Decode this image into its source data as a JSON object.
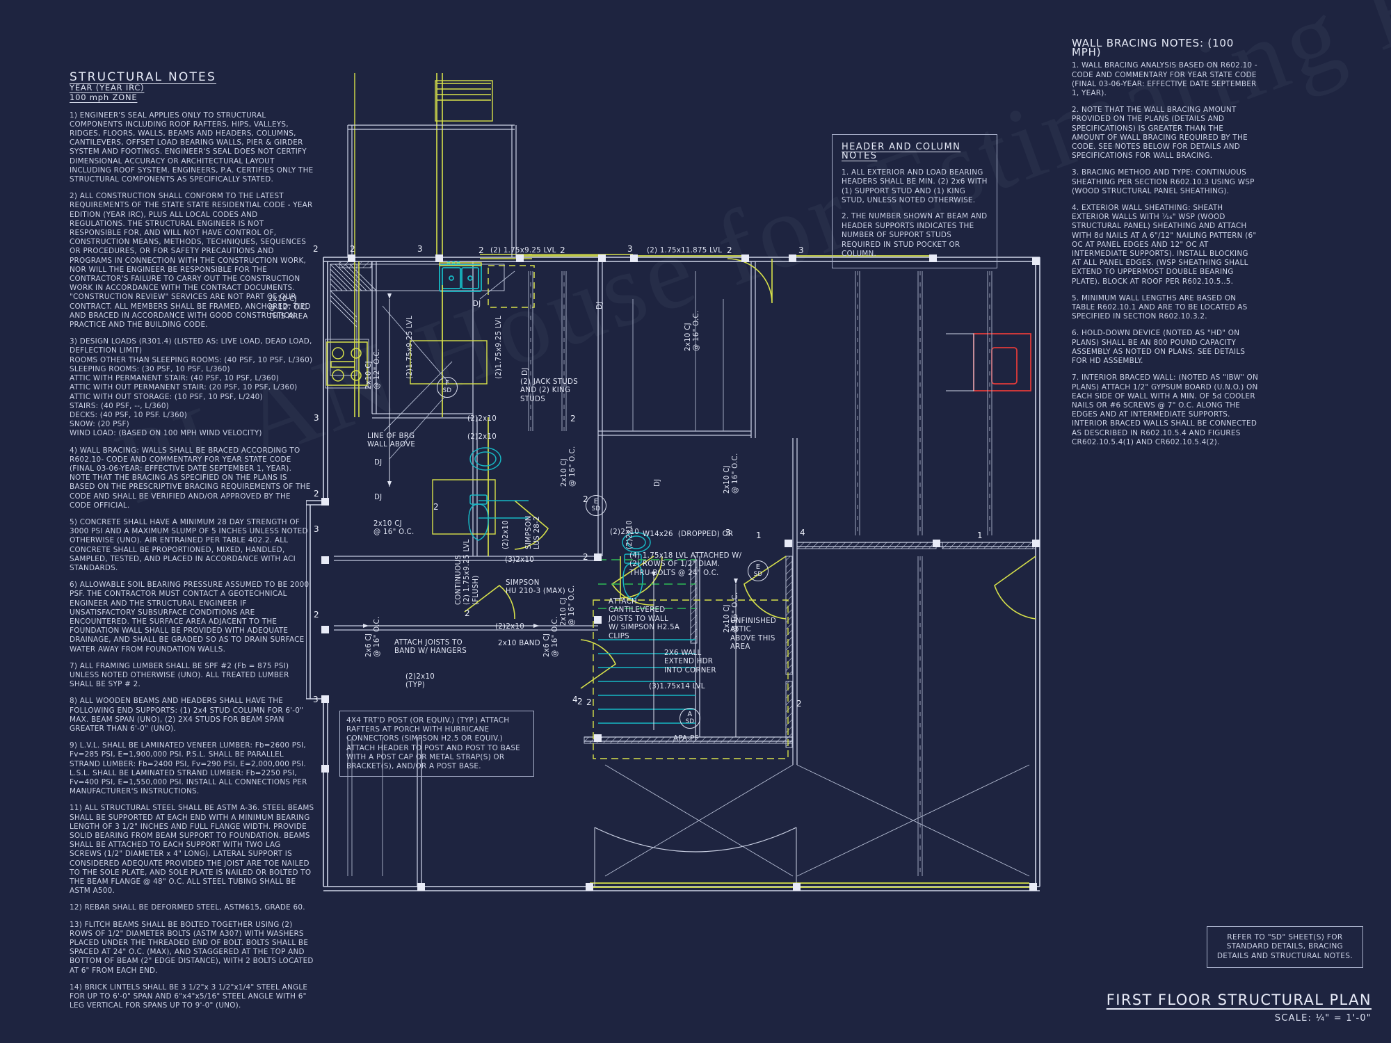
{
  "sheet": {
    "background": "#1e2440",
    "ink": "#d8dced",
    "accent_yellow": "#d8e24a",
    "accent_cyan": "#17b8c4",
    "accent_red": "#e03a3a",
    "accent_green": "#2fbb55",
    "watermark": "PLAN  House for Estimating Floor Plans Use Only",
    "title": "FIRST FLOOR STRUCTURAL PLAN",
    "scale": "SCALE: ¼\" = 1'-0\""
  },
  "structural_notes": {
    "title": "STRUCTURAL NOTES",
    "sub1": "YEAR  (YEAR IRC)",
    "sub2": "100 mph ZONE",
    "items": [
      "1) ENGINEER'S SEAL APPLIES ONLY TO STRUCTURAL COMPONENTS INCLUDING ROOF RAFTERS, HIPS, VALLEYS, RIDGES, FLOORS, WALLS, BEAMS AND HEADERS, COLUMNS, CANTILEVERS, OFFSET LOAD BEARING WALLS, PIER & GIRDER SYSTEM AND FOOTINGS. ENGINEER'S SEAL DOES NOT CERTIFY DIMENSIONAL ACCURACY OR ARCHITECTURAL LAYOUT INCLUDING ROOF SYSTEM.  ENGINEERS, P.A. CERTIFIES ONLY THE STRUCTURAL COMPONENTS AS SPECIFICALLY STATED.",
      "2) ALL CONSTRUCTION SHALL CONFORM TO THE LATEST REQUIREMENTS OF THE STATE STATE RESIDENTIAL CODE - YEAR EDITION (YEAR IRC), PLUS ALL LOCAL CODES AND REGULATIONS. THE STRUCTURAL ENGINEER IS NOT RESPONSIBLE FOR, AND WILL NOT HAVE CONTROL OF, CONSTRUCTION MEANS, METHODS, TECHNIQUES, SEQUENCES OR PROCEDURES, OR FOR SAFETY PRECAUTIONS AND PROGRAMS IN CONNECTION WITH THE CONSTRUCTION WORK, NOR WILL THE ENGINEER BE RESPONSIBLE FOR THE CONTRACTOR'S FAILURE TO CARRY OUT THE CONSTRUCTION WORK IN ACCORDANCE WITH THE CONTRACT DOCUMENTS. \"CONSTRUCTION REVIEW\" SERVICES ARE NOT PART OF OUR CONTRACT. ALL MEMBERS SHALL BE FRAMED, ANCHORED, TIED AND BRACED IN ACCORDANCE WITH GOOD CONSTRUCTION PRACTICE AND THE BUILDING CODE.",
      "3) DESIGN LOADS (R301.4) (LISTED AS: LIVE LOAD, DEAD LOAD, DEFLECTION LIMIT)\nROOMS OTHER THAN SLEEPING ROOMS: (40 PSF, 10 PSF, L/360)\nSLEEPING ROOMS: (30 PSF, 10 PSF, L/360)\nATTIC WITH PERMANENT STAIR: (40 PSF, 10 PSF, L/360)\nATTIC WITH OUT PERMANENT STAIR: (20 PSF, 10 PSF, L/360)\nATTIC WITH OUT STORAGE: (10 PSF, 10 PSF, L/240)\nSTAIRS: (40 PSF, --, L/360)\nDECKS: (40 PSF, 10 PSF. L/360)\nSNOW: (20 PSF)\nWIND LOAD: (BASED ON 100 MPH WIND VELOCITY)",
      "4) WALL BRACING: WALLS SHALL BE BRACED ACCORDING TO R602.10- CODE AND COMMENTARY FOR YEAR STATE CODE (FINAL 03-06-YEAR: EFFECTIVE DATE SEPTEMBER 1, YEAR). NOTE THAT THE BRACING AS SPECIFIED ON THE PLANS IS BASED ON THE PRESCRIPTIVE BRACING REQUIREMENTS OF THE CODE AND SHALL BE VERIFIED AND/OR APPROVED BY THE CODE OFFICIAL.",
      "5) CONCRETE SHALL HAVE A MINIMUM 28 DAY STRENGTH OF 3000 PSI AND A MAXIMUM SLUMP OF 5 INCHES UNLESS NOTED OTHERWISE (UNO). AIR ENTRAINED PER TABLE 402.2. ALL CONCRETE SHALL BE PROPORTIONED, MIXED, HANDLED, SAMPLED, TESTED, AND PLACED IN ACCORDANCE WITH ACI STANDARDS.",
      "6) ALLOWABLE SOIL BEARING PRESSURE ASSUMED TO BE 2000 PSF. THE CONTRACTOR MUST CONTACT A GEOTECHNICAL ENGINEER AND THE STRUCTURAL ENGINEER IF UNSATISFACTORY SUBSURFACE CONDITIONS ARE ENCOUNTERED. THE SURFACE AREA ADJACENT TO THE FOUNDATION WALL SHALL BE PROVIDED WITH ADEQUATE DRAINAGE, AND SHALL BE GRADED SO AS TO DRAIN SURFACE WATER AWAY FROM FOUNDATION WALLS.",
      "7) ALL FRAMING LUMBER SHALL BE SPF #2 (Fb = 875 PSI) UNLESS NOTED OTHERWISE (UNO). ALL TREATED LUMBER SHALL BE SYP # 2.",
      "8) ALL WOODEN BEAMS AND HEADERS SHALL HAVE THE FOLLOWING END SUPPORTS: (1) 2x4 STUD COLUMN FOR 6'-0\" MAX. BEAM SPAN (UNO), (2) 2X4 STUDS FOR BEAM SPAN GREATER THAN 6'-0\" (UNO).",
      "9) L.V.L.  SHALL BE LAMINATED VENEER LUMBER: Fb=2600 PSI, Fv=285 PSI, E=1,900,000 PSI. P.S.L. SHALL BE PARALLEL STRAND LUMBER: Fb=2400 PSI, Fv=290 PSI, E=2,000,000 PSI. L.S.L.  SHALL BE LAMINATED STRAND LUMBER: Fb=2250 PSI, Fv=400 PSI, E=1,550,000 PSI. INSTALL ALL CONNECTIONS PER MANUFACTURER'S INSTRUCTIONS.",
      "11) ALL STRUCTURAL STEEL SHALL BE ASTM A-36. STEEL BEAMS SHALL BE SUPPORTED AT EACH END WITH A MINIMUM BEARING LENGTH OF 3 1/2\" INCHES AND FULL FLANGE WIDTH. PROVIDE SOLID BEARING FROM BEAM SUPPORT TO FOUNDATION.  BEAMS SHALL BE ATTACHED TO EACH SUPPORT WITH TWO LAG SCREWS (1/2\" DIAMETER x 4\" LONG). LATERAL SUPPORT IS CONSIDERED ADEQUATE PROVIDED THE JOIST ARE TOE NAILED TO THE SOLE PLATE, AND SOLE PLATE IS NAILED OR BOLTED TO THE BEAM FLANGE @ 48\" O.C. ALL STEEL TUBING SHALL BE ASTM A500.",
      "12) REBAR SHALL BE DEFORMED STEEL, ASTM615, GRADE 60.",
      "13) FLITCH BEAMS SHALL BE BOLTED TOGETHER USING (2) ROWS OF 1/2\" DIAMETER BOLTS (ASTM A307) WITH WASHERS PLACED UNDER THE THREADED END OF BOLT. BOLTS SHALL BE SPACED AT 24\" O.C. (MAX), AND STAGGERED AT THE TOP AND BOTTOM OF BEAM (2\" EDGE DISTANCE), WITH 2 BOLTS LOCATED AT 6\" FROM EACH END.",
      "14) BRICK LINTELS SHALL BE 3 1/2\"x 3 1/2\"x1/4\" STEEL ANGLE FOR UP TO 6'-0\" SPAN AND 6\"x4\"x5/16\" STEEL ANGLE WITH 6\" LEG VERTICAL FOR SPANS UP TO 9'-0\" (UNO)."
    ]
  },
  "header_column_notes": {
    "title": "HEADER AND COLUMN NOTES",
    "items": [
      "1. ALL EXTERIOR AND LOAD BEARING HEADERS SHALL BE MIN. (2) 2x6 WITH (1) SUPPORT STUD AND (1) KING STUD, UNLESS NOTED OTHERWISE.",
      "2. THE NUMBER SHOWN AT BEAM AND HEADER SUPPORTS INDICATES THE NUMBER OF SUPPORT STUDS REQUIRED IN STUD POCKET OR COLUMN."
    ]
  },
  "wall_bracing_notes": {
    "title": "WALL BRACING NOTES: (100 MPH)",
    "items": [
      "1. WALL BRACING ANALYSIS BASED ON R602.10 - CODE AND COMMENTARY FOR YEAR STATE CODE (FINAL 03-06-YEAR: EFFECTIVE DATE SEPTEMBER 1, YEAR).",
      "2. NOTE THAT THE WALL BRACING AMOUNT PROVIDED ON THE PLANS (DETAILS AND SPECIFICATIONS) IS GREATER THAN THE AMOUNT OF WALL BRACING REQUIRED BY THE CODE. SEE NOTES BELOW FOR DETAILS AND SPECIFICATIONS FOR WALL BRACING.",
      "3. BRACING METHOD AND TYPE: CONTINUOUS SHEATHING PER SECTION R602.10.3 USING WSP (WOOD STRUCTURAL PANEL SHEATHING).",
      "4. EXTERIOR WALL SHEATHING: SHEATH EXTERIOR WALLS WITH ⁷⁄₁₆\" WSP (WOOD STRUCTURAL PANEL) SHEATHING AND ATTACH WITH 8d NAILS AT A 6\"/12\" NAILING PATTERN (6\" OC AT PANEL EDGES AND 12\" OC AT INTERMEDIATE SUPPORTS). INSTALL BLOCKING AT ALL PANEL EDGES. (WSP SHEATHING SHALL EXTEND TO UPPERMOST DOUBLE BEARING PLATE). BLOCK AT ROOF PER R602.10.5..5.",
      "5. MINIMUM WALL LENGTHS ARE BASED ON TABLE R602.10.1 AND ARE TO BE LOCATED AS SPECIFIED IN SECTION R602.10.3.2.",
      "6. HOLD-DOWN DEVICE (NOTED AS \"HD\" ON PLANS) SHALL BE AN 800 POUND CAPACITY ASSEMBLY AS NOTED ON PLANS. SEE DETAILS FOR HD ASSEMBLY.",
      "7. INTERIOR BRACED WALL: (NOTED AS \"IBW\" ON PLANS) ATTACH 1/2\" GYPSUM BOARD (U.N.O.) ON EACH SIDE OF WALL WITH A MIN. OF 5d COOLER NAILS OR #6 SCREWS @ 7\" O.C. ALONG THE EDGES AND AT INTERMEDIATE SUPPORTS.  INTERIOR BRACED WALLS SHALL BE CONNECTED AS DESCRIBED IN R602.10.5.4 AND FIGURES CR602.10.5.4(1) AND CR602.10.5.4(2)."
    ]
  },
  "refer_box": {
    "lines": [
      "REFER TO \"SD\" SHEET(S) FOR",
      "STANDARD DETAILS, BRACING",
      "DETAILS AND STRUCTURAL NOTES."
    ]
  },
  "porch_post_note": {
    "text": "4X4 TRT'D POST (OR EQUIV.) (TYP.) ATTACH RAFTERS AT PORCH WITH HURRICANE CONNECTORS (SIMPSON H2.5 OR EQUIV.) ATTACH HEADER TO POST AND POST TO BASE WITH A POST CAP OR METAL STRAP(S) OR BRACKET(S), AND/OR A POST BASE."
  },
  "plan_annotations": {
    "cj_12oc": "2x10 CJ\n@ 12\" O.C.\nTHIS AREA",
    "jack_studs": "(2) JACK STUDS\nAND (2) KING\nSTUDS",
    "line_of_brg": "LINE OF BRG\nWALL ABOVE",
    "cj_16oc_lower": "2x10 CJ\n@ 16\" O.C.",
    "simpson_lus": "SIMPSON\nLUS 28-2",
    "simpson_hu": "SIMPSON\nHU 210-3 (MAX)",
    "continuous_lvl": "CONTINUOUS\n(2) 1.75x9.25 LVL\n(FLUSH)",
    "attach_joists": "ATTACH JOISTS TO\nBAND W/ HANGERS",
    "band_2x10": "2x10 BAND",
    "double_2x10_typ": "(2)2x10\n(TYP)",
    "dropped_beam": "W14x26  (DROPPED) OR",
    "dropped_beam2": "(4) 1.75x18 LVL ATTACHED W/\n(2) ROWS OF 1/2\" DIAM.\nTHRU-BOLTS @ 24\" O.C.",
    "cantilever_clips": "ATTACH\nCANTILEVERED\nJOISTS TO WALL\nW/ SIMPSON H2.5A\nCLIPS",
    "unfinished_attic": "UNFINISHED\nATTIC\nABOVE THIS\nAREA",
    "wall_2x6": "2X6 WALL\nEXTEND HDR\nINTO CORNER",
    "lvl_bottom": "(3)1.75x14 LVL",
    "lvl_top_left": "(2) 1.75x9.25 LVL",
    "lvl_top_right": "(2) 1.75x11.875 LVL",
    "double_2x10_a": "(2)2x10",
    "double_2x10_b": "(2)2x10",
    "double_2x10_c": "(2)2x10",
    "double_2x10_d": "(2)2x10",
    "triple_2x10": "(3)2x10",
    "lvl_vert_a": "(2)1.75x9.25 LVL",
    "lvl_vert_b": "(2)1.75x9.25 LVL",
    "cj_vert_a": "2x10 CJ\n@ 12\" O.C.",
    "cj_vert_b": "2x10 CJ\n@ 16\" O.C.",
    "cj_vert_c": "2x10 CJ\n@ 16\" O.C.",
    "cj_vert_d": "2x10 CJ\n@ 16\" O.C.",
    "cj_vert_e": "2x10 CJ\n@ 16\" O.C.",
    "cj_vert_f": "2x10 CJ\n@ 16\" O.C.",
    "cj_vert_g": "2x6 CJ\n@ 16\" O.C.",
    "cj_vert_h": "2x6 CJ\n@ 16\" O.C.",
    "dj_labels": [
      "DJ",
      "DJ",
      "DJ",
      "DJ",
      "DJ",
      "DJ"
    ],
    "apa_pf": "APA-PF",
    "stud_counts": [
      "2",
      "3",
      "2",
      "2",
      "3",
      "2",
      "3",
      "2",
      "3",
      "2",
      "3",
      "2",
      "2",
      "2",
      "2",
      "3",
      "3",
      "4",
      "4",
      "2",
      "2",
      "3",
      "2",
      "2",
      "1",
      "1",
      "2",
      "3",
      "2",
      "3"
    ]
  },
  "detail_bubbles": [
    {
      "id": "F",
      "sheet": "SD"
    },
    {
      "id": "E",
      "sheet": "SD"
    },
    {
      "id": "E",
      "sheet": "SD"
    },
    {
      "id": "A",
      "sheet": "SD"
    }
  ]
}
